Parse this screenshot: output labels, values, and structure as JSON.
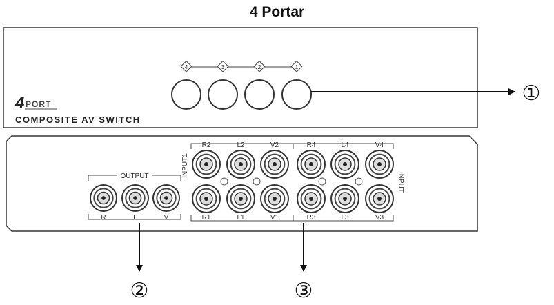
{
  "title": "4 Portar",
  "front_panel": {
    "logo_number": "4",
    "logo_word": "PORT",
    "product_name": "COMPOSITE AV SWITCH",
    "buttons": [
      {
        "label": "4"
      },
      {
        "label": "3"
      },
      {
        "label": "2"
      },
      {
        "label": "1"
      }
    ],
    "callout": "①"
  },
  "rear_panel": {
    "output_label": "OUTPUT",
    "output_jacks": [
      "R",
      "L",
      "V"
    ],
    "input_label_left": "INPUT1",
    "input_label_right": "INPUT",
    "top_row": [
      "R2",
      "L2",
      "V2",
      "R4",
      "L4",
      "V4"
    ],
    "bottom_row": [
      "R1",
      "L1",
      "V1",
      "R3",
      "L3",
      "V3"
    ],
    "callout_output": "②",
    "callout_input": "③"
  }
}
